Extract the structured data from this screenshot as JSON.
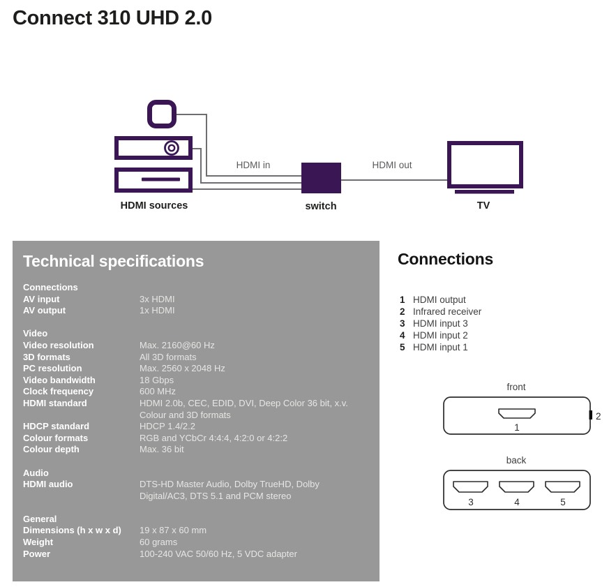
{
  "page": {
    "title": "Connect 310 UHD 2.0"
  },
  "colors": {
    "purple": "#3a1754",
    "panel_gray": "#989898",
    "line_gray": "#6d6e71",
    "text_dark": "#1d1d1b",
    "text_gray": "#58595b"
  },
  "diagram": {
    "labels": {
      "hdmi_in": "HDMI in",
      "hdmi_out": "HDMI out",
      "sources": "HDMI sources",
      "switch": "switch",
      "tv": "TV"
    }
  },
  "specs": {
    "title": "Technical specifications",
    "sections": [
      {
        "title": "Connections",
        "rows": [
          {
            "label": "AV input",
            "value": "3x HDMI"
          },
          {
            "label": "AV output",
            "value": "1x HDMI"
          }
        ]
      },
      {
        "title": "Video",
        "rows": [
          {
            "label": "Video resolution",
            "value": "Max. 2160@60 Hz"
          },
          {
            "label": "3D formats",
            "value": "All 3D formats"
          },
          {
            "label": "PC resolution",
            "value": "Max. 2560 x 2048 Hz"
          },
          {
            "label": "Video bandwidth",
            "value": "18 Gbps"
          },
          {
            "label": "Clock frequency",
            "value": "600 MHz"
          },
          {
            "label": "HDMI standard",
            "value": "HDMI 2.0b, CEC, EDID, DVI, Deep Color 36 bit, x.v. Colour and 3D formats"
          },
          {
            "label": "HDCP standard",
            "value": "HDCP 1.4/2.2"
          },
          {
            "label": "Colour formats",
            "value": "RGB and YCbCr 4:4:4, 4:2:0 or 4:2:2"
          },
          {
            "label": "Colour depth",
            "value": "Max. 36 bit"
          }
        ]
      },
      {
        "title": "Audio",
        "rows": [
          {
            "label": "HDMI audio",
            "value": "DTS-HD Master Audio, Dolby TrueHD, Dolby Digital/AC3, DTS 5.1 and PCM stereo"
          }
        ]
      },
      {
        "title": "General",
        "rows": [
          {
            "label": "Dimensions (h x w x d)",
            "value": "19 x 87 x 60 mm"
          },
          {
            "label": "Weight",
            "value": "60 grams"
          },
          {
            "label": "Power",
            "value": "100-240 VAC 50/60 Hz, 5 VDC adapter"
          }
        ]
      }
    ]
  },
  "connections": {
    "title": "Connections",
    "items": [
      {
        "num": "1",
        "label": "HDMI output"
      },
      {
        "num": "2",
        "label": "Infrared receiver"
      },
      {
        "num": "3",
        "label": "HDMI input 3"
      },
      {
        "num": "4",
        "label": "HDMI input 2"
      },
      {
        "num": "5",
        "label": "HDMI input 1"
      }
    ],
    "front": {
      "title": "front",
      "port_label": "1",
      "side_label": "2"
    },
    "back": {
      "title": "back",
      "port_labels": [
        "3",
        "4",
        "5"
      ]
    }
  }
}
